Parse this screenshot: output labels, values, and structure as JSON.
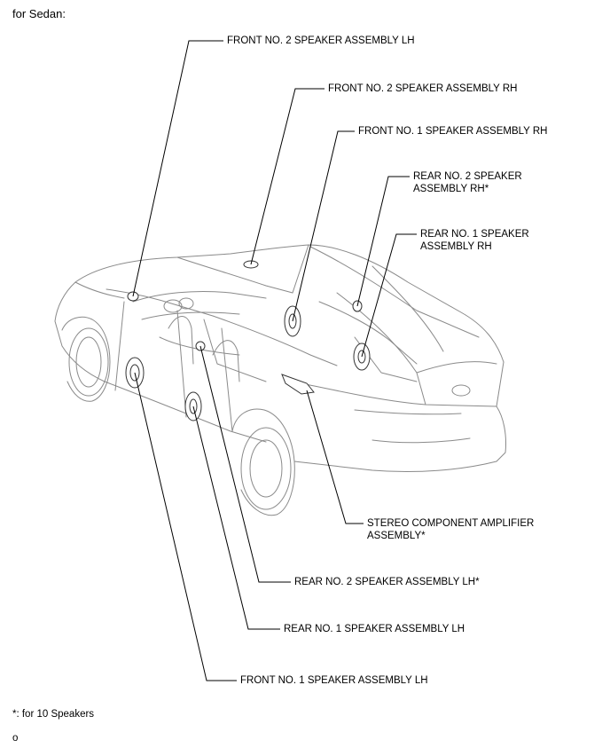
{
  "heading": "for Sedan:",
  "labels": {
    "front2_lh": "FRONT NO. 2 SPEAKER ASSEMBLY LH",
    "front2_rh": "FRONT NO. 2 SPEAKER ASSEMBLY RH",
    "front1_rh": "FRONT NO. 1 SPEAKER ASSEMBLY RH",
    "rear2_rh_line1": "REAR NO. 2 SPEAKER",
    "rear2_rh_line2": "ASSEMBLY RH*",
    "rear1_rh_line1": "REAR NO. 1 SPEAKER",
    "rear1_rh_line2": "ASSEMBLY RH",
    "amp_line1": "STEREO COMPONENT AMPLIFIER",
    "amp_line2": "ASSEMBLY*",
    "rear2_lh": "REAR NO. 2 SPEAKER ASSEMBLY LH*",
    "rear1_lh": "REAR NO. 1 SPEAKER ASSEMBLY LH",
    "front1_lh": "FRONT NO. 1 SPEAKER ASSEMBLY LH"
  },
  "footnote": "*: for 10 Speakers",
  "figure_code": "o"
}
